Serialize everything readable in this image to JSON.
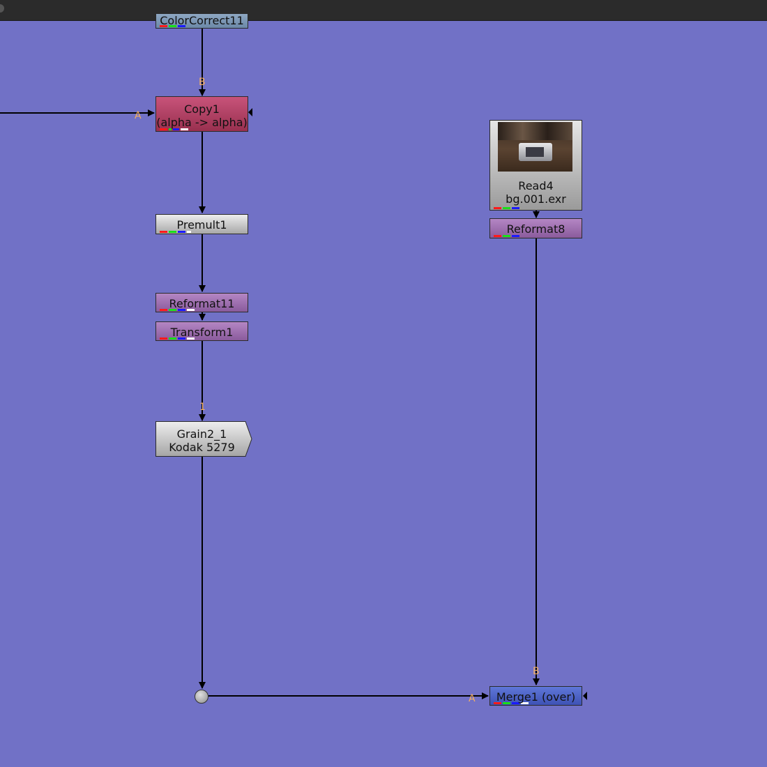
{
  "topbar": {
    "control": "close-icon"
  },
  "nodes": {
    "colorcorrect": {
      "label": "ColorCorrect11"
    },
    "copy": {
      "label": "Copy1",
      "sub": "(alpha -> alpha)"
    },
    "premult": {
      "label": "Premult1"
    },
    "reformat11": {
      "label": "Reformat11"
    },
    "transform": {
      "label": "Transform1"
    },
    "grain": {
      "label": "Grain2_1",
      "sub": "Kodak 5279"
    },
    "read": {
      "label": "Read4",
      "sub": "bg.001.exr"
    },
    "reformat8": {
      "label": "Reformat8"
    },
    "merge": {
      "label": "Merge1 (over)"
    }
  },
  "inputs": {
    "copy_b": "B",
    "copy_a": "A",
    "grain_1": "1",
    "merge_b": "B",
    "merge_a": "A"
  },
  "colors": {
    "background": "#7171c6",
    "wire": "#000000",
    "input_label": "#f6b060"
  }
}
